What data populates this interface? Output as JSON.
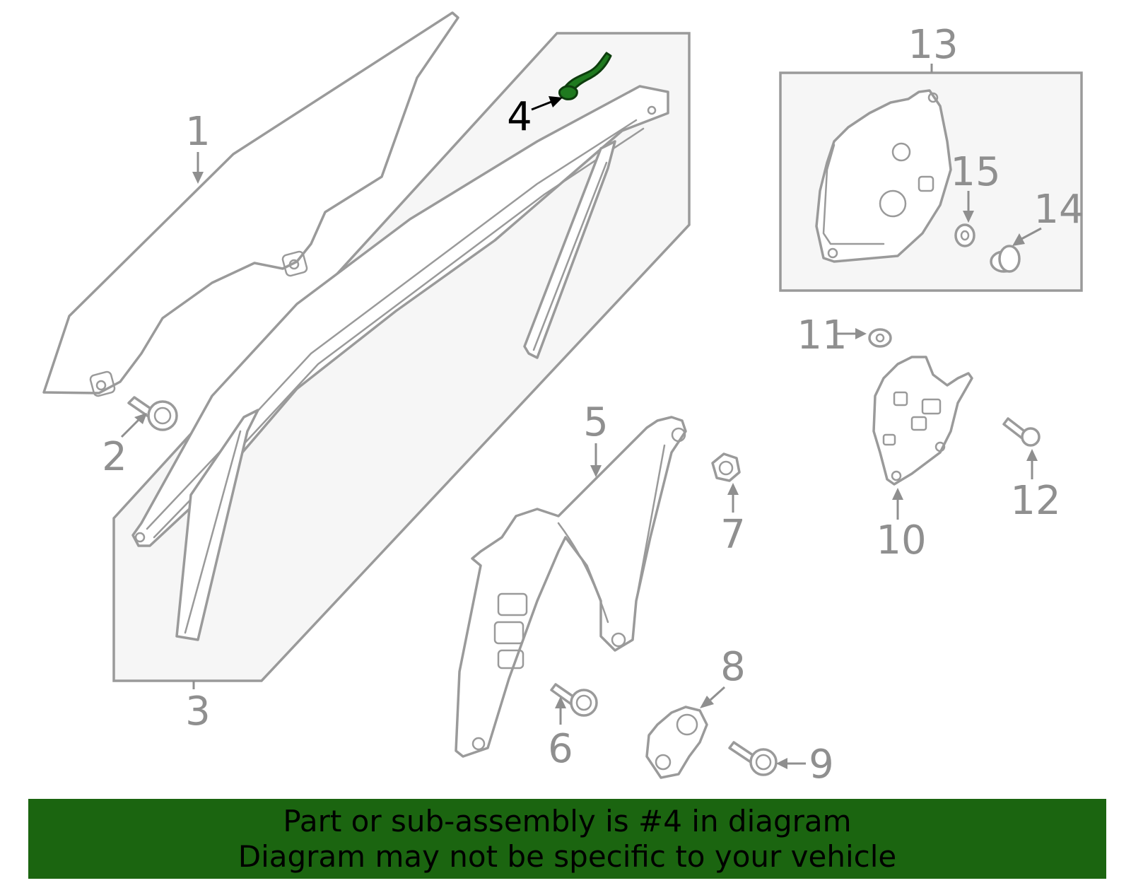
{
  "callouts": {
    "c1": "1",
    "c2": "2",
    "c3": "3",
    "c4": "4",
    "c5": "5",
    "c6": "6",
    "c7": "7",
    "c8": "8",
    "c9": "9",
    "c10": "10",
    "c11": "11",
    "c12": "12",
    "c13": "13",
    "c14": "14",
    "c15": "15"
  },
  "highlighted_part": "4",
  "colors": {
    "highlight_part": "#1f7a1f",
    "banner_background": "#1b6510",
    "line_art": "#9a9a9a"
  },
  "banner": {
    "line1": "Part or sub-assembly is #4 in diagram",
    "line2": "Diagram may not be specific to your vehicle"
  }
}
